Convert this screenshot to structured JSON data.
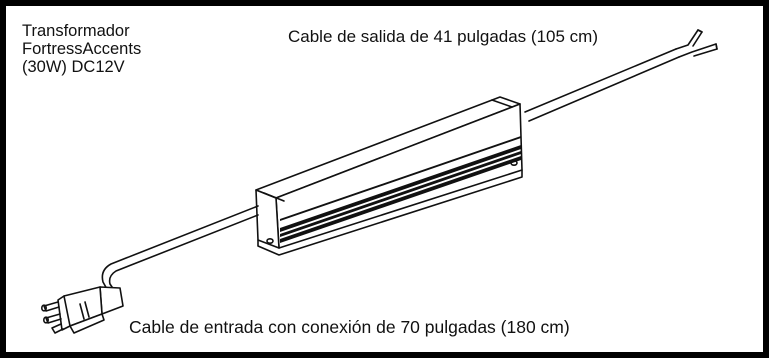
{
  "product_title": {
    "line1": "Transformador",
    "line2": "FortressAccents",
    "line3": "(30W) DC12V"
  },
  "output_cable_label": "Cable de salida de 41 pulgadas (105 cm)",
  "input_cable_label": "Cable de entrada con conexión de 70 pulgadas (180 cm)",
  "colors": {
    "frame": "#000000",
    "line": "#111111",
    "background": "#ffffff"
  },
  "icons": [
    "transformer-icon",
    "plug-icon",
    "wire-leads-icon"
  ]
}
